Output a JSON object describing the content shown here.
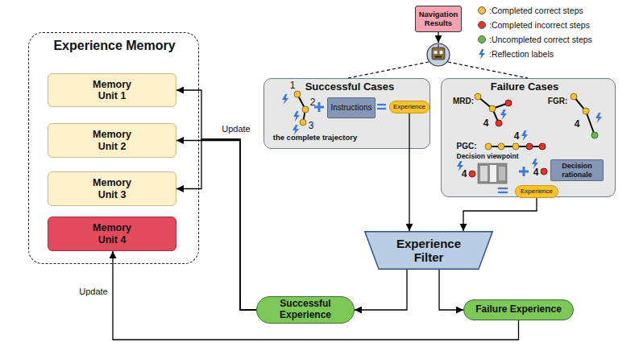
{
  "diagram": {
    "nodes": [
      {
        "text": [
          "Experience Memory"
        ]
      },
      {
        "text": [
          "Memory Unit 1"
        ],
        "in": 0
      },
      {
        "text": [
          "Memory Unit 2"
        ],
        "in": 0
      },
      {
        "text": [
          "Memory Unit 3"
        ],
        "in": 0
      },
      {
        "text": [
          "Memory Unit 4"
        ],
        "in": 0
      },
      {
        "text": [
          "Navigation Results"
        ]
      },
      {
        "text": [
          "Successful Cases",
          "the complete trajectory"
        ]
      },
      {
        "text": [
          "Instructions"
        ],
        "in": 6
      },
      {
        "text": [
          "Experience"
        ],
        "in": 6
      },
      {
        "text": [
          "Failure Cases"
        ]
      },
      {
        "text": [
          "Decision rationale"
        ],
        "in": 9
      },
      {
        "text": [
          "Experience"
        ],
        "in": 9
      },
      {
        "text": [
          "Experience Filter"
        ]
      },
      {
        "text": [
          "Successful Experience"
        ]
      },
      {
        "text": [
          "Failure Experience"
        ]
      }
    ],
    "edges": [
      {
        "from": 8,
        "to": 12,
        "arrow": "to"
      },
      {
        "from": 11,
        "to": 12,
        "arrow": "to"
      },
      {
        "from": 12,
        "to": 13,
        "arrow": "to"
      },
      {
        "from": 12,
        "to": 14,
        "arrow": "to"
      },
      {
        "from": 13,
        "to": 1,
        "arrow": "to"
      },
      {
        "from": 13,
        "to": 2,
        "arrow": "to",
        "label": "Update"
      },
      {
        "from": 13,
        "to": 3,
        "arrow": "to"
      },
      {
        "from": 14,
        "to": 4,
        "arrow": "to",
        "label": "Update"
      }
    ],
    "labels": [
      "1",
      "2",
      "3",
      "MRD:",
      "4",
      "FGR:",
      "4",
      "PGC:",
      "4",
      "Decision viewpoint",
      "4",
      "4"
    ],
    "legend": [
      {
        "text": ":Completed correct steps",
        "color": "#f5c03a"
      },
      {
        "text": ":Completed incorrect steps",
        "color": "#e3342b"
      },
      {
        "text": ":Uncompleted correct steps",
        "color": "#6bb84a"
      },
      {
        "text": ":Reflection labels"
      }
    ]
  }
}
